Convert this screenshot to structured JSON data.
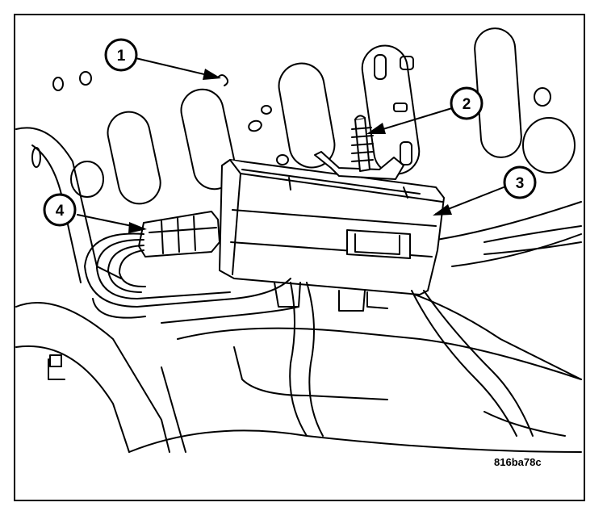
{
  "callouts": [
    {
      "label": "1"
    },
    {
      "label": "2"
    },
    {
      "label": "3"
    },
    {
      "label": "4"
    }
  ],
  "figure_code": "816ba78c"
}
